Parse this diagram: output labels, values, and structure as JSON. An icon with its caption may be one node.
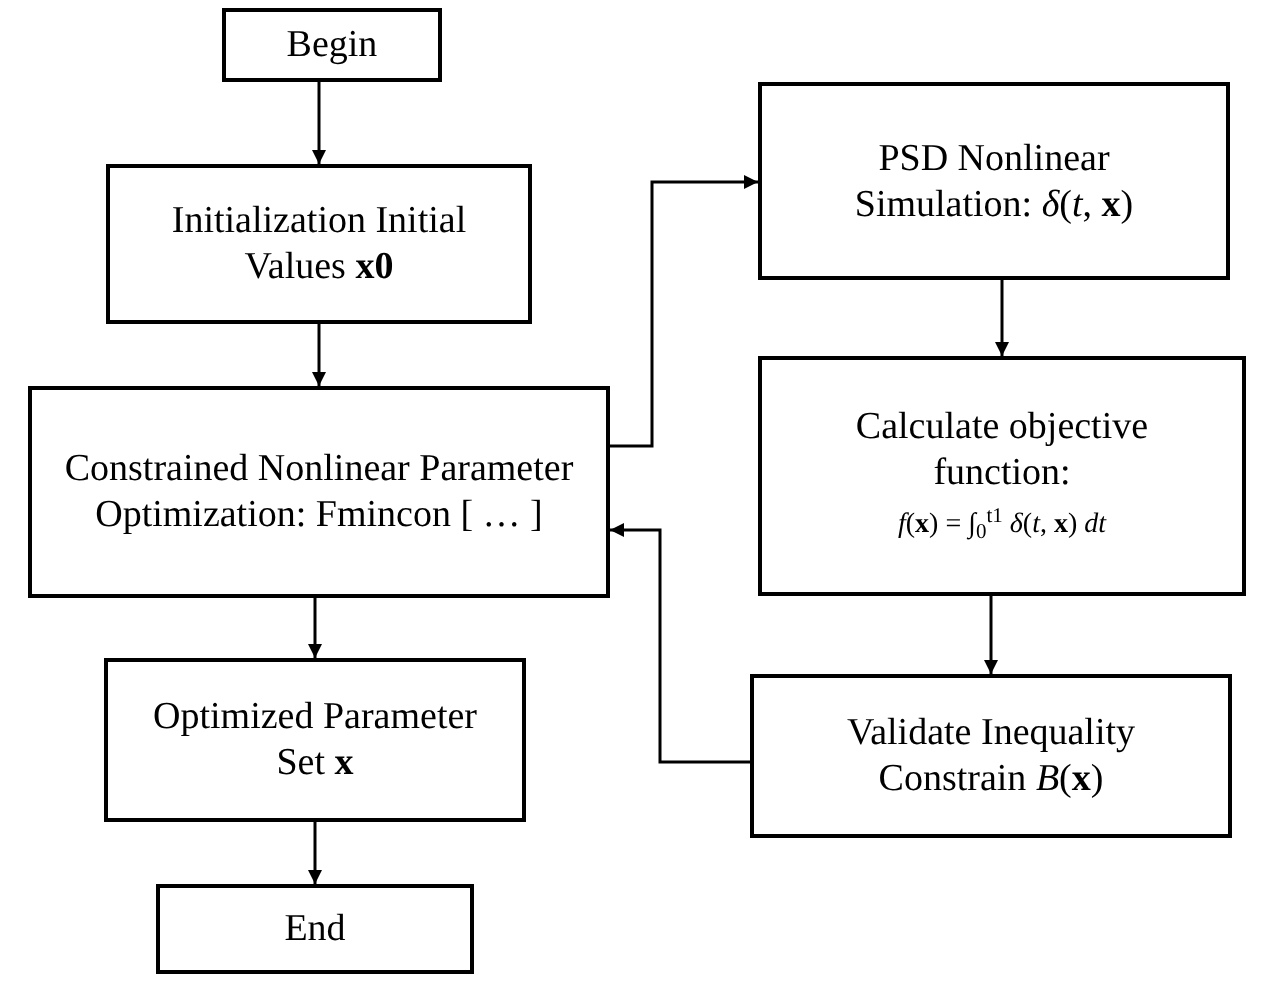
{
  "diagram": {
    "nodes": [
      {
        "text": [
          "Begin"
        ]
      },
      {
        "text": [
          "Initialization Initial Values **x0**"
        ]
      },
      {
        "text": [
          "Constrained Nonlinear Parameter Optimization: Fmincon [ … ]"
        ]
      },
      {
        "text": [
          "Optimized Parameter Set **x**"
        ]
      },
      {
        "text": [
          "End"
        ]
      },
      {
        "text": [
          "PSD Nonlinear Simulation: *δ*(*t*, **x**)"
        ]
      },
      {
        "text": [
          "Calculate objective function:",
          "*f*(**x**) = ∫$_{0}$$^{t1}$ *δ*(*t*, **x**) *dt*"
        ]
      },
      {
        "text": [
          "Validate Inequality Constrain *B*(**x**)"
        ]
      }
    ],
    "edges": [
      {
        "from": 0,
        "to": 1,
        "arrow": "to"
      },
      {
        "from": 1,
        "to": 2,
        "arrow": "to"
      },
      {
        "from": 2,
        "to": 3,
        "arrow": "to"
      },
      {
        "from": 3,
        "to": 4,
        "arrow": "to"
      },
      {
        "from": 2,
        "to": 5,
        "arrow": "to"
      },
      {
        "from": 5,
        "to": 6,
        "arrow": "to"
      },
      {
        "from": 6,
        "to": 7,
        "arrow": "to"
      },
      {
        "from": 7,
        "to": 2,
        "arrow": "to"
      }
    ]
  }
}
